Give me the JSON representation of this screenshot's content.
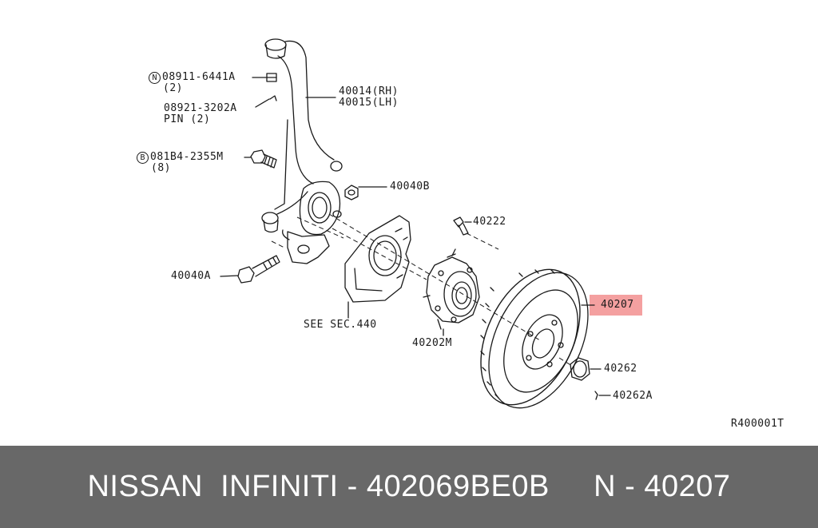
{
  "labels": {
    "nut_code": "08911-6441A",
    "nut_badge": "N",
    "nut_qty": "(2)",
    "pin_code": "08921-3202A",
    "pin_name": "PIN",
    "pin_qty": "(2)",
    "bolt_code": "081B4-2355M",
    "bolt_badge": "B",
    "bolt_qty": "(8)",
    "knuckle_rh": "40014(RH)",
    "knuckle_lh": "40015(LH)",
    "p40040b": "40040B",
    "p40222": "40222",
    "p40040a": "40040A",
    "see_sec": "SEE SEC.440",
    "p40202m": "40202M",
    "p40207": "40207",
    "p40262": "40262",
    "p40262a": "40262A",
    "ref": "R400001T"
  },
  "highlight_color": "#f4a0a0",
  "footer": {
    "text": "NISSAN  INFINITI - 402069BE0B     N - 40207",
    "background": "#686868"
  }
}
